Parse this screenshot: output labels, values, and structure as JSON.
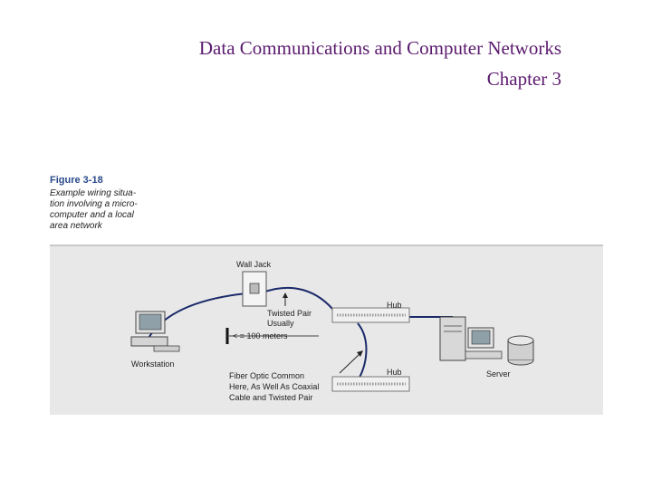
{
  "header": {
    "title_line1": "Data Communications and Computer Networks",
    "title_line2": "Chapter 3"
  },
  "figure": {
    "label": "Figure 3-18",
    "caption_lines": [
      "Example wiring situa-",
      "tion involving a micro-",
      "computer and a local",
      "area network"
    ]
  },
  "diagram": {
    "wall_jack": "Wall Jack",
    "hub_top": "Hub",
    "hub_bottom": "Hub",
    "twisted_pair_line1": "Twisted Pair",
    "twisted_pair_line2": "Usually",
    "distance": "< = 100 meters",
    "workstation": "Workstation",
    "server": "Server",
    "fiber_line1": "Fiber Optic Common",
    "fiber_line2": "Here, As Well As Coaxial",
    "fiber_line3": "Cable and Twisted Pair"
  },
  "colors": {
    "title": "#5b1a6e",
    "figure_label": "#2a4a8a",
    "cable": "#1a2a6a",
    "panel": "#e8e8e8"
  }
}
